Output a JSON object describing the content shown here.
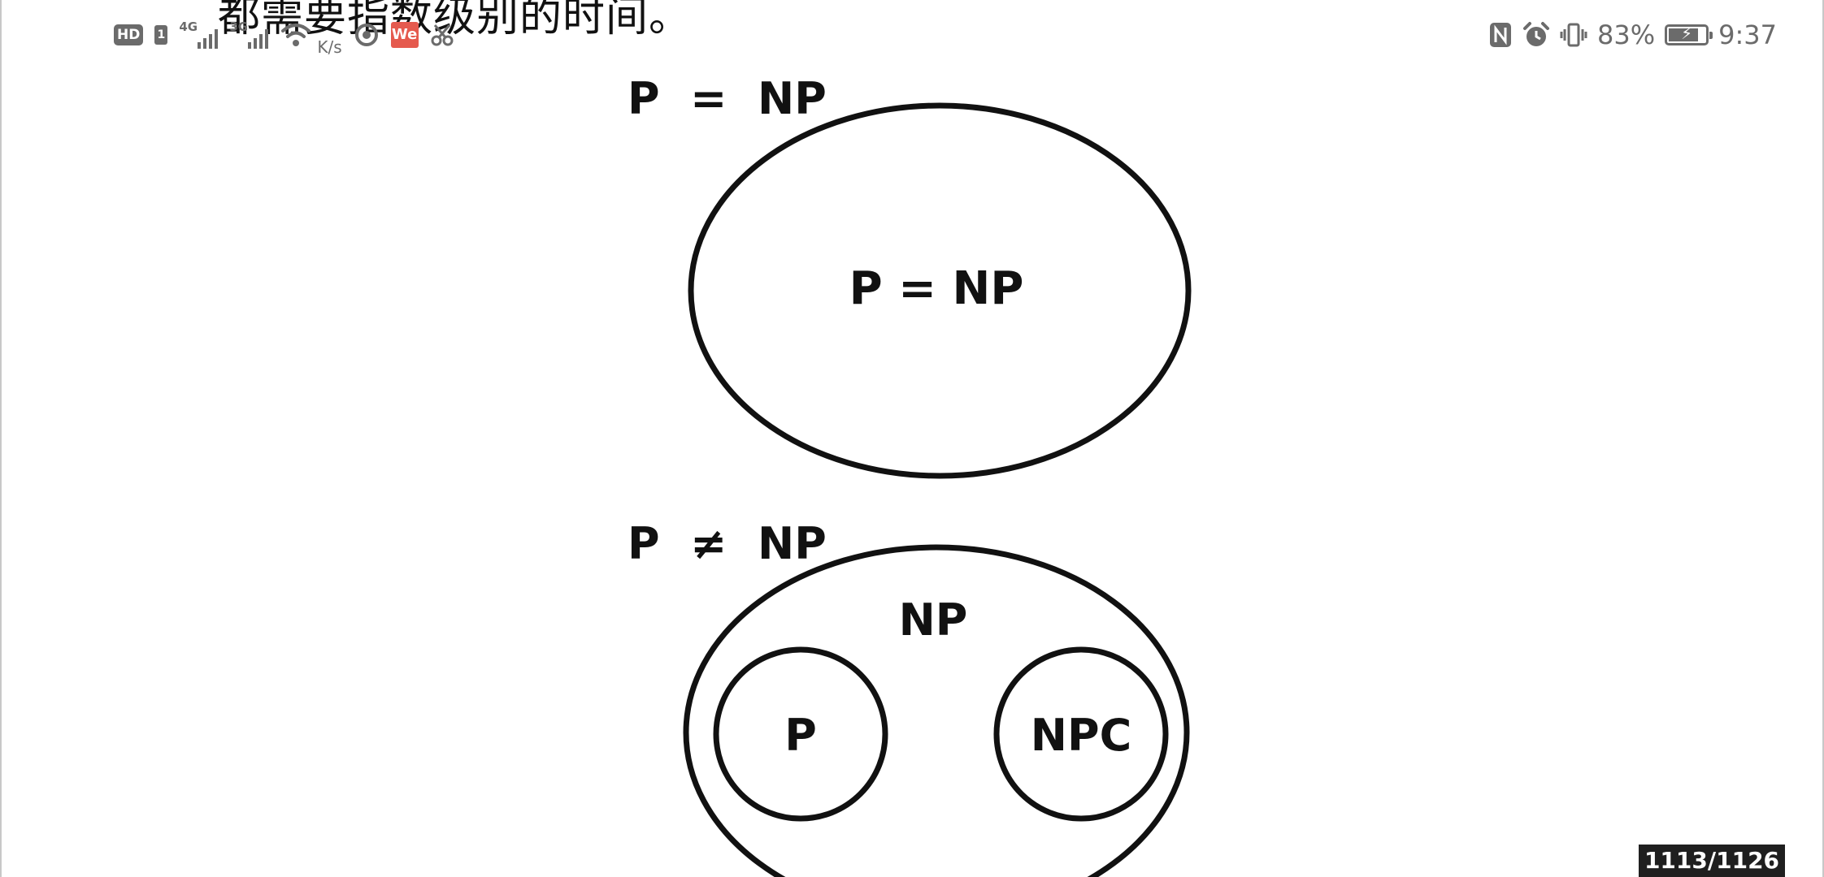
{
  "document": {
    "body_text": "都需要指数级别的时间。"
  },
  "status_bar": {
    "left": {
      "hd_badge": "HD",
      "sim1_label": "1",
      "sim1_network": "4G",
      "sim2_network": "3G",
      "speed_unit": "K/s",
      "app_badge": "We",
      "icons": [
        "hd-icon",
        "sim-icon",
        "signal-4g-icon",
        "signal-3g-icon",
        "wifi-icon",
        "sync-icon",
        "wps-icon",
        "scissors-icon"
      ]
    },
    "right": {
      "battery_percent_text": "83%",
      "battery_level": 0.83,
      "time": "9:37",
      "icons": [
        "nfc-icon",
        "alarm-icon",
        "vibrate-icon",
        "battery-charging-icon"
      ]
    }
  },
  "figure": {
    "diagram1": {
      "heading": "P  =  NP",
      "ellipse_label": "P = NP"
    },
    "diagram2": {
      "heading": "P  ≠  NP",
      "outer_label": "NP",
      "left_circle_label": "P",
      "right_circle_label": "NPC"
    }
  },
  "page_counter": "1113/1126",
  "colors": {
    "status_icons": "#6b6b6b",
    "diagram_stroke": "#111111",
    "counter_background": "#1f1f1f",
    "wps_badge": "#e55a4e"
  }
}
